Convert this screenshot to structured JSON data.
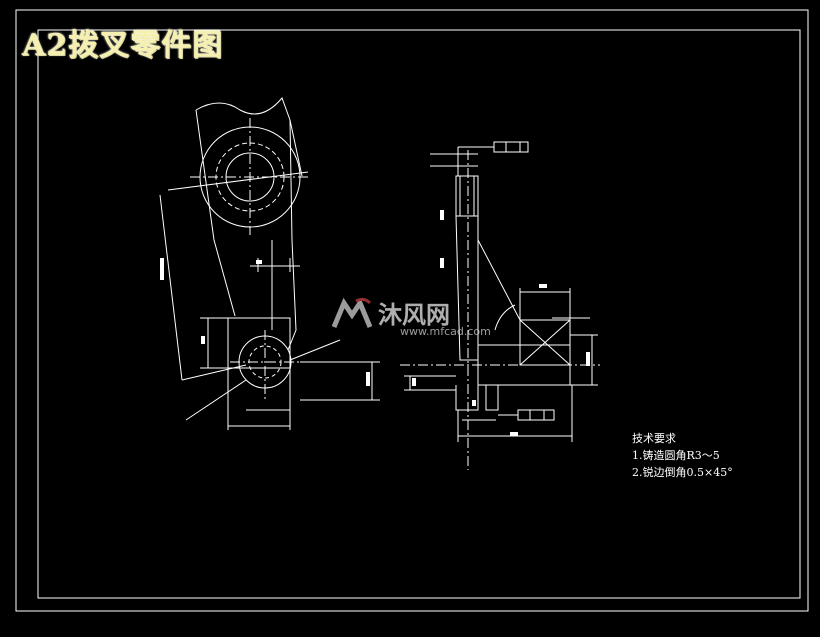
{
  "title": "A2拨叉零件图",
  "tech_requirements": {
    "heading": "技术要求",
    "items": [
      "1.铸造圆角R3～5",
      "2.锐边倒角0.5×45°"
    ]
  },
  "watermark": {
    "brand": "沐风网",
    "url": "www.mfcad.com"
  },
  "colors": {
    "background": "#000000",
    "lines": "#ffffff",
    "title": "#f5f0b0"
  }
}
